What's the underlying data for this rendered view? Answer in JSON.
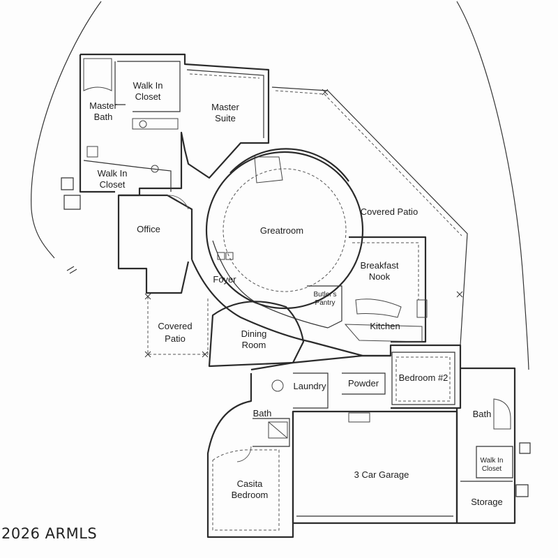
{
  "plan": {
    "rooms": {
      "walk_in_closet_1": [
        "Walk In",
        "Closet"
      ],
      "master_bath": [
        "Master",
        "Bath"
      ],
      "master_suite": [
        "Master",
        "Suite"
      ],
      "walk_in_closet_2": [
        "Walk In",
        "Closet"
      ],
      "office": "Office",
      "greatroom": "Greatroom",
      "covered_patio_right": "Covered Patio",
      "breakfast_nook": [
        "Breakfast",
        "Nook"
      ],
      "foyer": "Foyer",
      "butlers_pantry": [
        "Butler's",
        "Pantry"
      ],
      "kitchen": "Kitchen",
      "covered_patio_left": [
        "Covered",
        "Patio"
      ],
      "dining_room": [
        "Dining",
        "Room"
      ],
      "bedroom_2": "Bedroom #2",
      "laundry": "Laundry",
      "powder": "Powder",
      "bath_casita": "Bath",
      "bath_right": "Bath",
      "walk_in_closet_3": [
        "Walk In",
        "Closet"
      ],
      "casita_bedroom": [
        "Casita",
        "Bedroom"
      ],
      "garage": "3 Car Garage",
      "storage": "Storage"
    },
    "watermark": "2026 ARMLS"
  }
}
